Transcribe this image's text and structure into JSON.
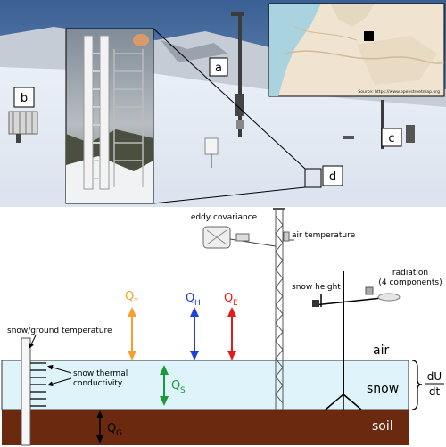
{
  "photo": {
    "panel_labels": [
      "a",
      "b",
      "c",
      "d"
    ],
    "map": {
      "source_text": "Source: https://www.openstreetmap.org"
    }
  },
  "diagram": {
    "instrument_labels": {
      "eddy_covariance": "eddy covariance",
      "air_temperature": "air temperature",
      "snow_height": "snow height",
      "radiation": "radiation",
      "radiation_sub": "(4 components)",
      "snow_ground_temperature": "snow/ground temperature",
      "snow_thermal_conductivity_1": "snow thermal",
      "snow_thermal_conductivity_2": "conductivity"
    },
    "layers": {
      "air": "air",
      "snow": "snow",
      "soil": "soil"
    },
    "fluxes": {
      "q_star": {
        "main": "Q",
        "sub": "*",
        "color": "#f5a030"
      },
      "q_h": {
        "main": "Q",
        "sub": "H",
        "color": "#1f3fe0"
      },
      "q_e": {
        "main": "Q",
        "sub": "E",
        "color": "#e51b1b"
      },
      "q_s": {
        "main": "Q",
        "sub": "S",
        "color": "#1a9a3a"
      },
      "q_g": {
        "main": "Q",
        "sub": "G",
        "color": "#000000"
      }
    },
    "du_dt": {
      "num": "dU",
      "den": "dt"
    },
    "colors": {
      "snow": "#dff3fb",
      "soil": "#6b2a10"
    }
  }
}
